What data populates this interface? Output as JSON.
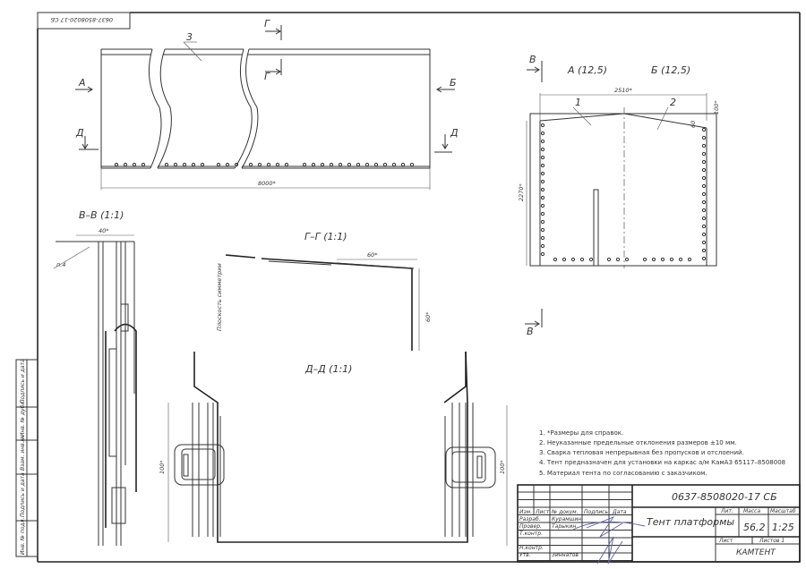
{
  "stamp_top": "0637-8508020-17 СБ",
  "main_view": {
    "label_3": "3",
    "arrow_a": "А",
    "arrow_b": "Б",
    "arrow_g_top": "Г",
    "arrow_g_bottom": "Г",
    "arrow_d_left": "Д",
    "arrow_d_right": "Д",
    "dim_length": "8000*"
  },
  "end_view": {
    "arrow_v_top": "В",
    "arrow_v_bottom": "В",
    "title_a": "А (12,5)",
    "title_b": "Б (12,5)",
    "dim_width": "2510*",
    "dim_height": "2270*",
    "dim_top": "100*",
    "dim_60": "60",
    "label_1": "1",
    "label_2": "2"
  },
  "section_vv": {
    "title": "В–В (1:1)",
    "dim": "40*",
    "note": "п.4"
  },
  "section_gg": {
    "title": "Г–Г (1:1)",
    "dim_h": "60*",
    "dim_v": "60*",
    "symmetry": "Плоскость симметрии"
  },
  "section_dd": {
    "title": "Д–Д (1:1)",
    "dim_left": "100*",
    "dim_right": "100*"
  },
  "notes": [
    "1. *Размеры для справок.",
    "2. Неуказанные предельные отклонения размеров ±10 мм.",
    "3. Сварка тепловая непрерывная без пропусков и отслоений.",
    "4. Тент предназначен для установки на каркас а/м КамАЗ 65117–8508008",
    "5. Материал тента по согласованию с заказчиком."
  ],
  "title_block": {
    "designation": "0637-8508020-17 СБ",
    "name": "Тент платформы",
    "lit_label": "Лит.",
    "mass_label": "Масса",
    "scale_label": "Масштаб",
    "mass": "56,2",
    "scale": "1:25",
    "sheet_label": "Лист",
    "sheets_label": "Листов 1",
    "company": "КАМТЕНТ",
    "header": [
      "Изм.",
      "Лист",
      "№ докум.",
      "Подпись",
      "Дата"
    ],
    "rows": [
      [
        "Разраб.",
        "Курамшин"
      ],
      [
        "Провер.",
        "Тарыкин"
      ],
      [
        "Т.контр.",
        ""
      ],
      [
        "",
        ""
      ],
      [
        "Н.контр.",
        ""
      ],
      [
        "Утв.",
        "Зиннатов"
      ]
    ]
  },
  "side_strip": [
    "Инв. № подл.",
    "Подпись и дата",
    "Взам. инв.№",
    "Инв. № дубл.",
    "Подпись и дата"
  ]
}
